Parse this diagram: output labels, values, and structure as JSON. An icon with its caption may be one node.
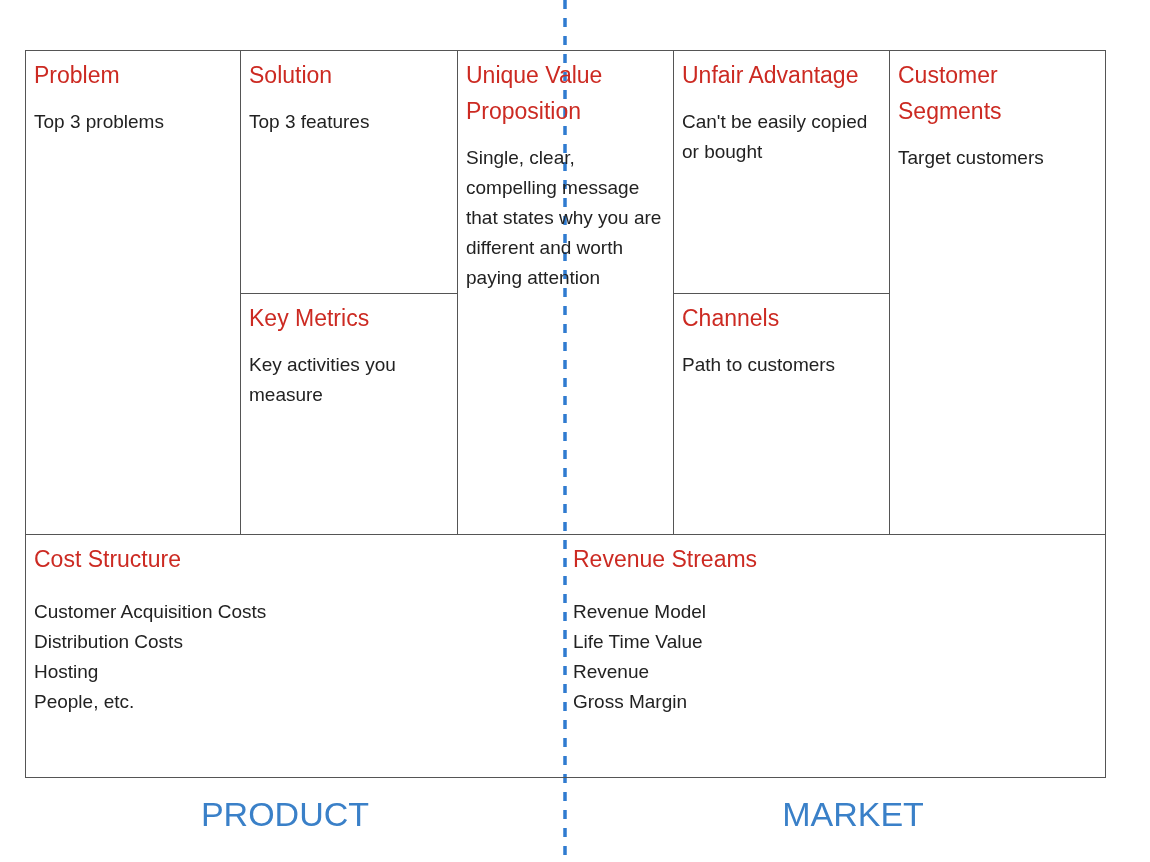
{
  "diagram": {
    "nodes": [
      {
        "text": [
          "Problem",
          "Top 3 problems"
        ]
      },
      {
        "text": [
          "Solution",
          "Top 3 features"
        ]
      },
      {
        "text": [
          "Key Metrics",
          "Key activities you measure"
        ]
      },
      {
        "text": [
          "Unique Value Proposition",
          "Single, clear, compelling message that states why you are different and worth paying attention"
        ]
      },
      {
        "text": [
          "Unfair Advantage",
          "Can't be easily copied or bought"
        ]
      },
      {
        "text": [
          "Channels",
          "Path to customers"
        ]
      },
      {
        "text": [
          "Customer Segments",
          "Target customers"
        ]
      },
      {
        "text": [
          "Cost Structure",
          "Customer Acquisition Costs",
          "Distribution Costs",
          "Hosting",
          "People, etc."
        ]
      },
      {
        "text": [
          "Revenue Streams",
          "Revenue Model",
          "Life Time Value",
          "Revenue",
          "Gross Margin"
        ]
      }
    ],
    "labels": [
      "PRODUCT",
      "MARKET"
    ]
  }
}
